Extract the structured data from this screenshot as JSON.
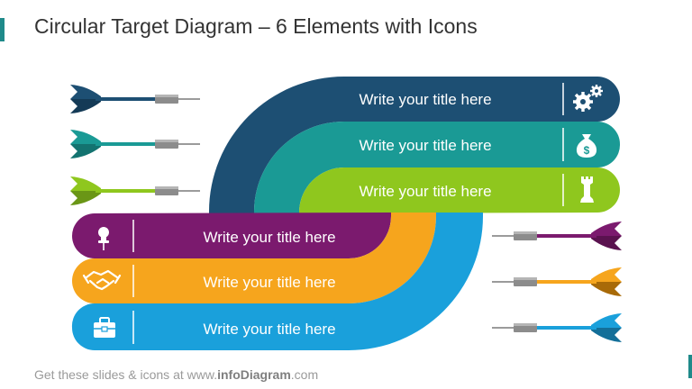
{
  "slide": {
    "title": "Circular Target Diagram – 6 Elements with Icons",
    "footer_prefix": "Get these slides & icons at www.",
    "footer_brand": "infoDiagram",
    "footer_suffix": ".com"
  },
  "items": [
    {
      "label": "Write your title here",
      "color": "#1d4f73",
      "icon": "gears-icon"
    },
    {
      "label": "Write your title here",
      "color": "#1a9a95",
      "icon": "money-bag-icon"
    },
    {
      "label": "Write your title here",
      "color": "#8fc71e",
      "icon": "chess-rook-icon"
    },
    {
      "label": "Write your title here",
      "color": "#7b1a6e",
      "icon": "push-pin-icon"
    },
    {
      "label": "Write your title here",
      "color": "#f6a51d",
      "icon": "handshake-icon"
    },
    {
      "label": "Write your title here",
      "color": "#1aa0db",
      "icon": "toolbox-icon"
    }
  ],
  "darts": {
    "left_colors": [
      "#1d4f73",
      "#1a9a95",
      "#8fc71e"
    ],
    "right_colors": [
      "#7b1a6e",
      "#f6a51d",
      "#1aa0db"
    ]
  }
}
